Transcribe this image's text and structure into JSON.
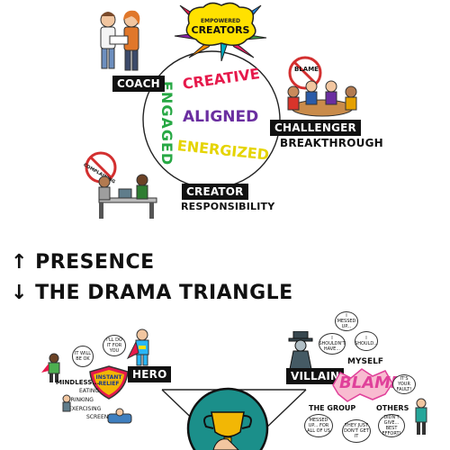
{
  "top": {
    "creators_badge": {
      "line1": "EMPOWERED",
      "line2": "CREATORS"
    },
    "circle_words": {
      "engaged": "ENGAGED",
      "creative": "CREATIVE",
      "aligned": "ALIGNED",
      "energized": "ENERGIZED"
    },
    "roles": {
      "coach": {
        "label": "COACH"
      },
      "challenger": {
        "label": "CHALLENGER",
        "subtitle": "BREAKTHROUGH"
      },
      "creator": {
        "label": "CREATOR",
        "subtitle": "RESPONSIBILITY"
      }
    },
    "no_signs": {
      "blame": "BLAME",
      "complaining": "COMPLAINING"
    }
  },
  "headings": {
    "presence": "↑ PRESENCE",
    "drama": "↓ THE DRAMA TRIANGLE"
  },
  "bottom": {
    "hero": {
      "label": "HERO",
      "bubbles": [
        "I'LL DO IT FOR YOU",
        "IT WILL BE OK"
      ],
      "relief_text": "INSTANT RELIEF",
      "list": [
        "MINDLESS...",
        "EATING",
        "DRINKING",
        "EXERCISING",
        "SCREENS"
      ]
    },
    "villain": {
      "label": "VILLAIN",
      "bubbles": [
        "I MESSED UP...",
        "I SHOULDN'T HAVE...",
        "I SHOULD...",
        "MESSED UP... FOR ALL OF US",
        "THEY JUST DON'T GET IT",
        "IT'S YOUR FAULT!",
        "DIDN'T GIVE... BEST EFFORT!"
      ],
      "blame_text": "BLAME",
      "targets": [
        "MYSELF",
        "THE GROUP",
        "OTHERS"
      ]
    }
  },
  "colors": {
    "creative": "#e6194b",
    "aligned": "#6a2ea0",
    "energized": "#e5d400",
    "engaged": "#27a844",
    "tag_bg": "#111111",
    "teal": "#1b8f8a",
    "blame": "#e0409a"
  }
}
